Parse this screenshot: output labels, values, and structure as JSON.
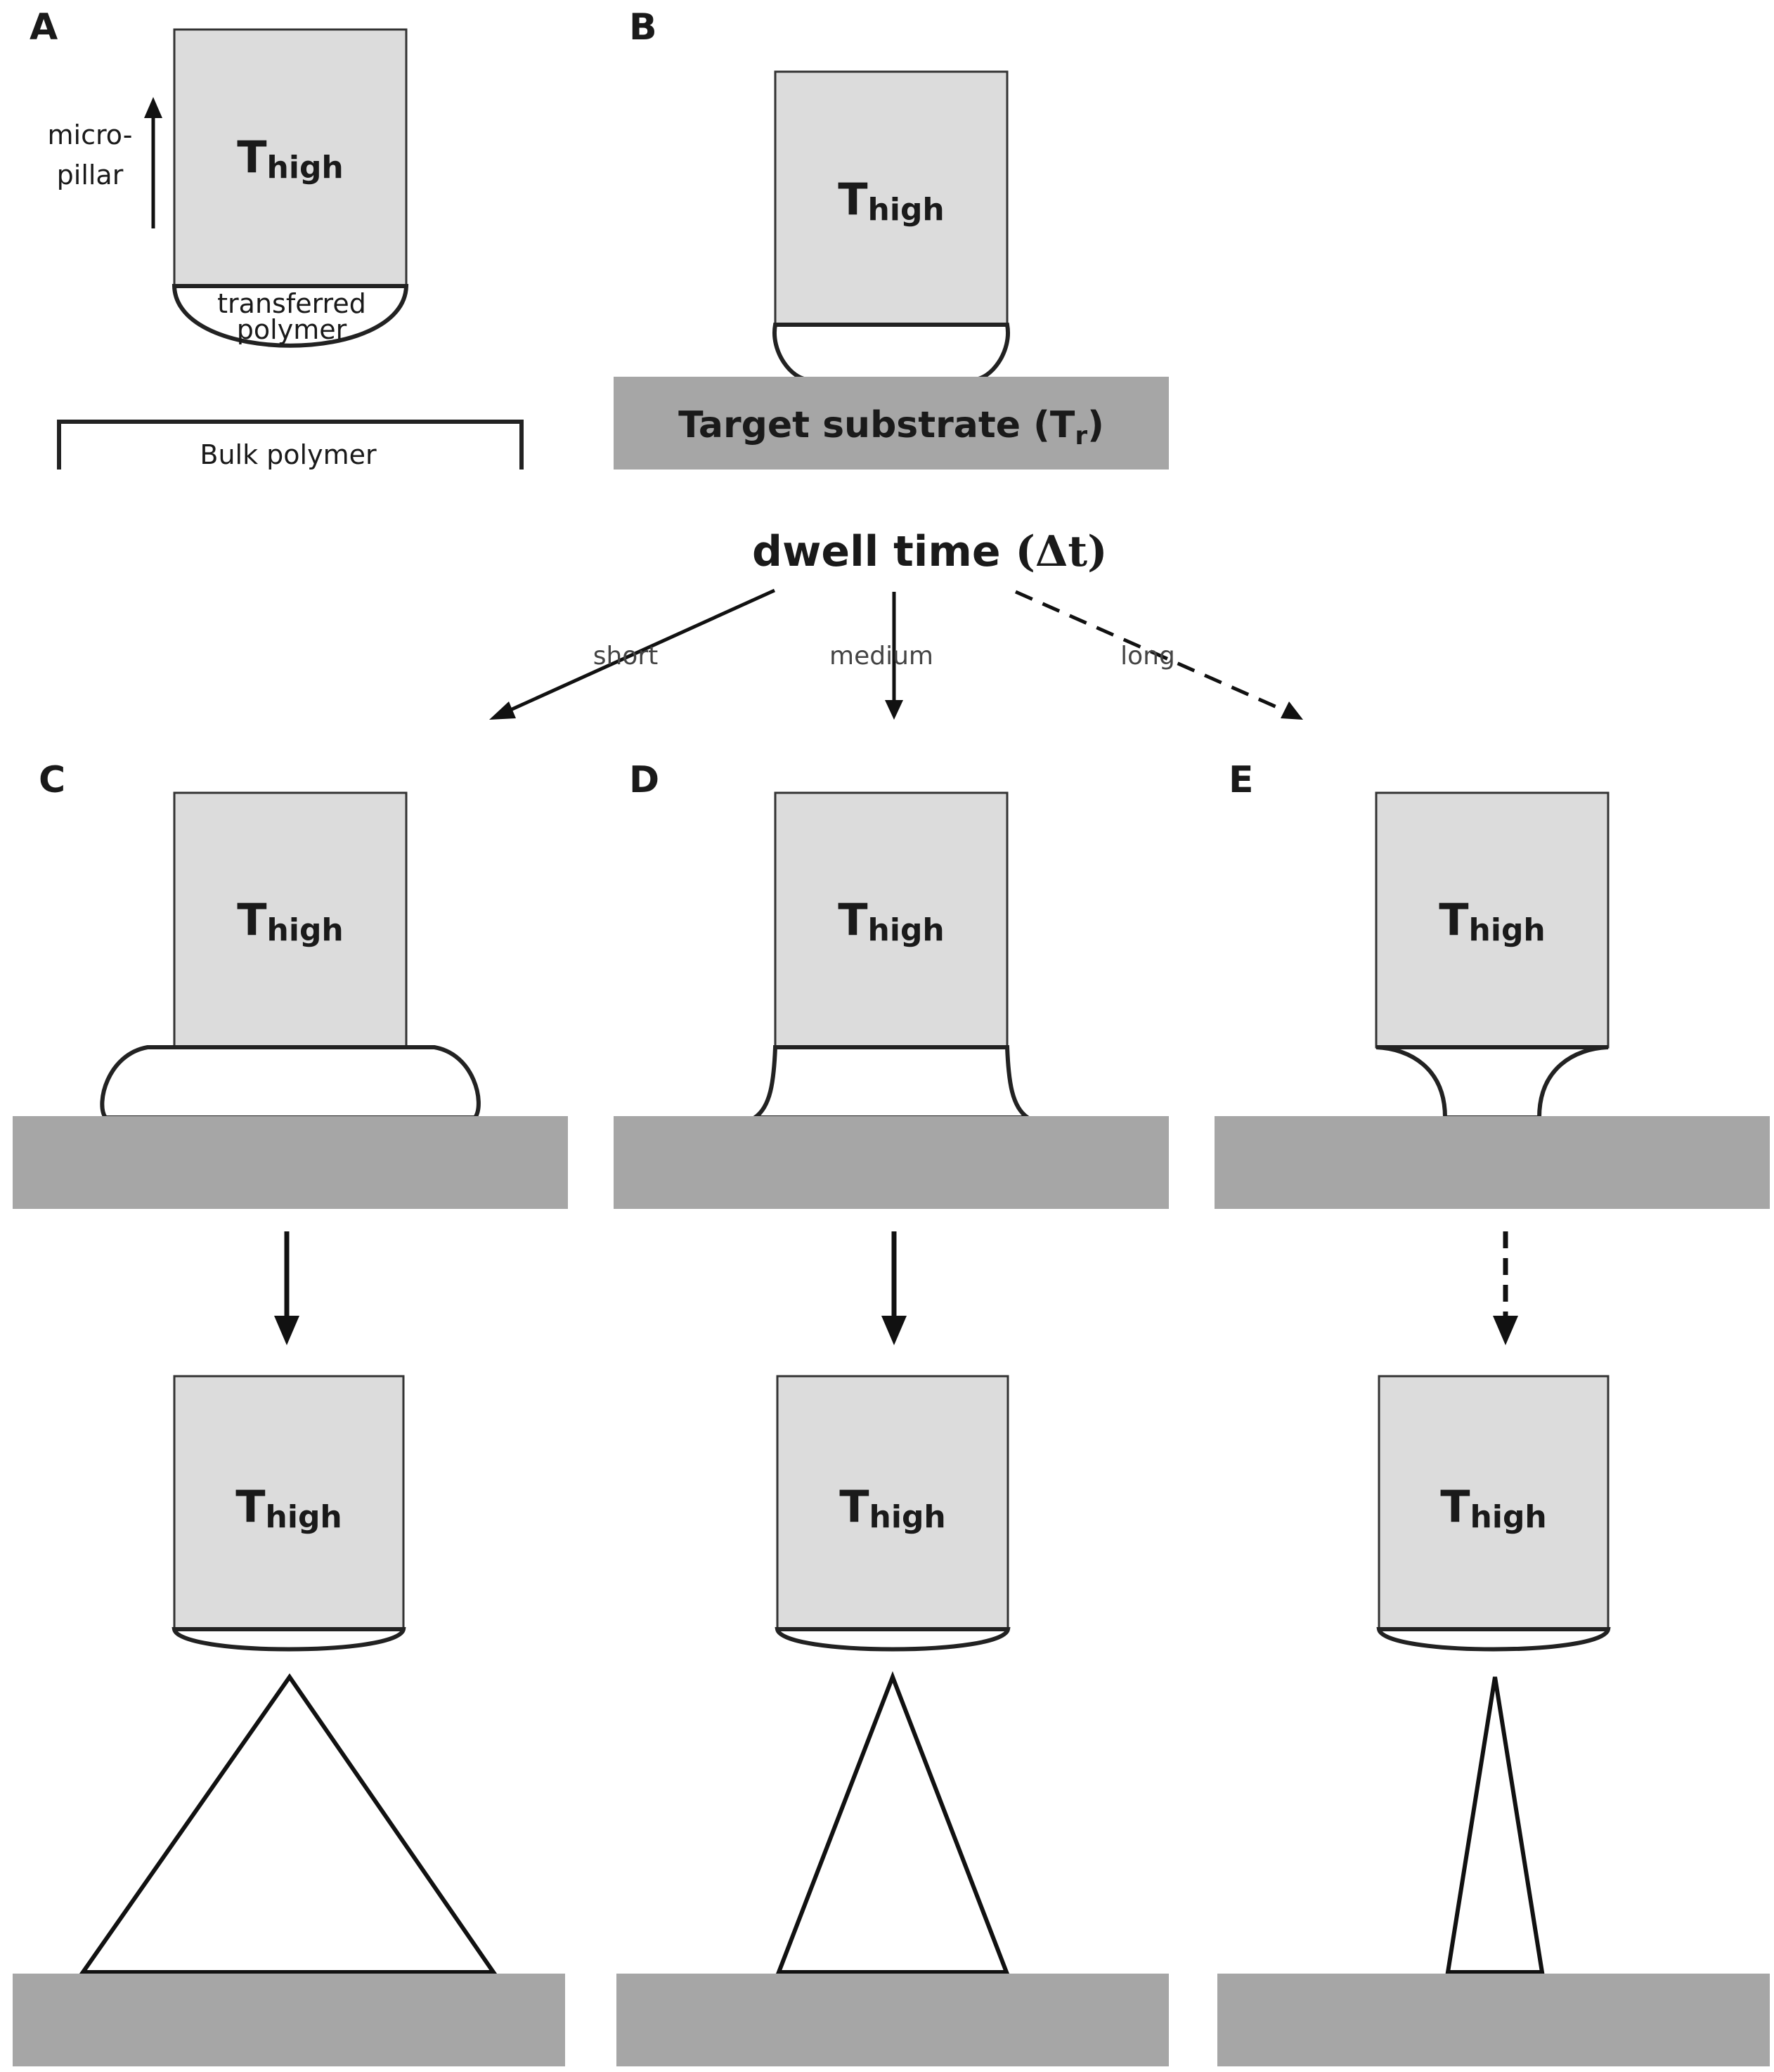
{
  "panels": {
    "a": {
      "label": "A"
    },
    "b": {
      "label": "B"
    },
    "c": {
      "label": "C"
    },
    "d": {
      "label": "D"
    },
    "e": {
      "label": "E"
    }
  },
  "temperature": {
    "main": "T",
    "sub": "high"
  },
  "panel_a": {
    "arrow_label_line1": "micro-",
    "arrow_label_line2": "pillar",
    "polymer_line1": "transferred",
    "polymer_line2": "polymer",
    "bulk": "Bulk polymer"
  },
  "panel_b": {
    "substrate_main": "Target substrate (T",
    "substrate_sub": "r",
    "substrate_close": ")"
  },
  "dwell": {
    "label": "dwell time ",
    "symbol": "(Δt)",
    "short": "short",
    "medium": "medium",
    "long": "long"
  },
  "colors": {
    "pillar_fill": "#dcdcdc",
    "substrate_fill": "#a6a6a6",
    "outline": "#222222"
  }
}
